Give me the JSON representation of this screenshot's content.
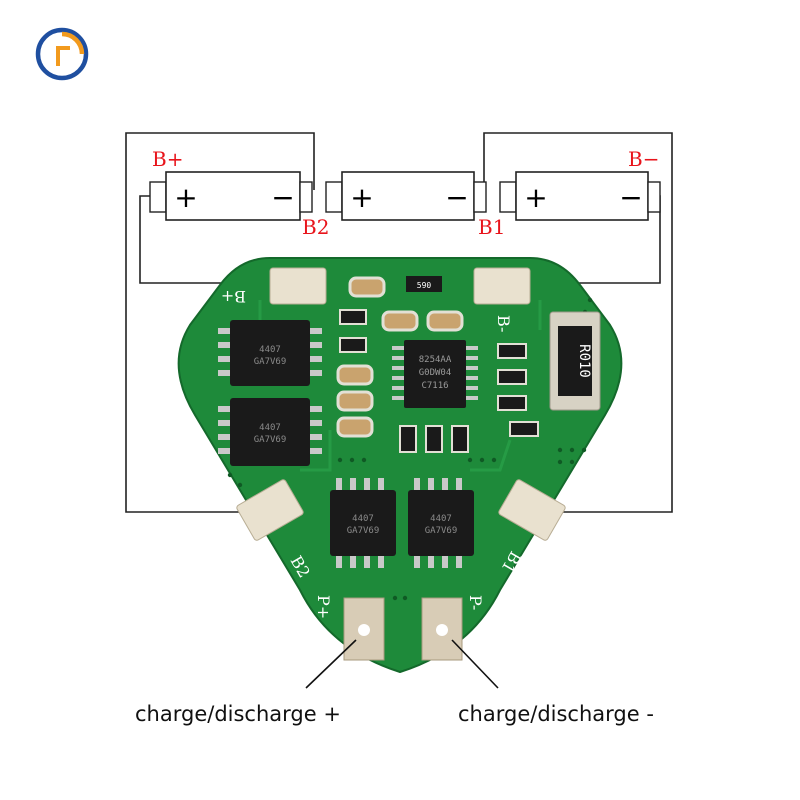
{
  "brand": {
    "logo": "brand-logo-icon"
  },
  "wiring": {
    "label_b_plus": "B+",
    "label_b_minus": "B−",
    "label_b2": "B2",
    "label_b1": "B1",
    "label_color": "#e8141b",
    "cells": [
      {
        "plus": "+",
        "minus": "−"
      },
      {
        "plus": "+",
        "minus": "−"
      },
      {
        "plus": "+",
        "minus": "−"
      }
    ]
  },
  "board": {
    "color": "#1e8a3a",
    "pad_b_plus": "B+",
    "pad_b_minus": "B-",
    "pad_b2": "B2",
    "pad_b1": "B1",
    "pad_p_plus": "P+",
    "pad_p_minus": "P-",
    "resistor_code": "R010",
    "smd_code": "590",
    "ic_main": {
      "line1": "8254AA",
      "line2": "G0DW04",
      "line3": "C7116"
    },
    "mosfet_code": {
      "line1": "4407",
      "line2": "GA7V69"
    }
  },
  "callouts": {
    "charge_plus": "charge/discharge +",
    "charge_minus": "charge/discharge -"
  }
}
